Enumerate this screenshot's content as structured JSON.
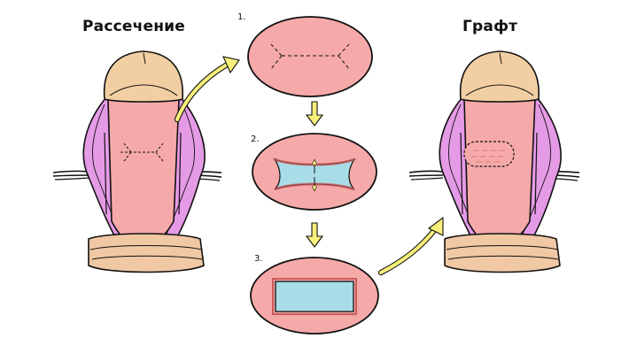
{
  "titles": {
    "dissection": "Рассечение",
    "graft": "Графт"
  },
  "steps": [
    "1.",
    "2.",
    "3."
  ],
  "colors": {
    "skin": "#f6a9a9",
    "tissue_purple": "#e59ae6",
    "glans": "#f2cfa2",
    "collar": "#f0c8a4",
    "graft_blue": "#a8dde8",
    "arrow_yellow": "#f7f07a"
  }
}
